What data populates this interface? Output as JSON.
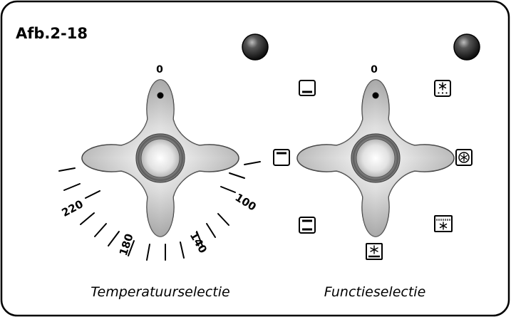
{
  "figure": {
    "title": "Afb.2-18"
  },
  "colors": {
    "panel_border": "#000000",
    "panel_fill": "#e8e8e8",
    "indicator_lamp": "#3a3a3a"
  },
  "temperature_knob": {
    "zero_label": "0",
    "scale_labels": {
      "t220": "220",
      "t180": "180",
      "t140": "140",
      "t100": "100"
    },
    "caption": "Temperatuurselectie"
  },
  "function_knob": {
    "zero_label": "0",
    "caption": "Functieselectie",
    "function_icons": [
      "bottom-heat-icon",
      "top-heat-icon",
      "top-bottom-heat-icon",
      "fan-grill-icon",
      "fan-element-icon",
      "fan-top-heat-icon",
      "defrost-icon"
    ]
  }
}
